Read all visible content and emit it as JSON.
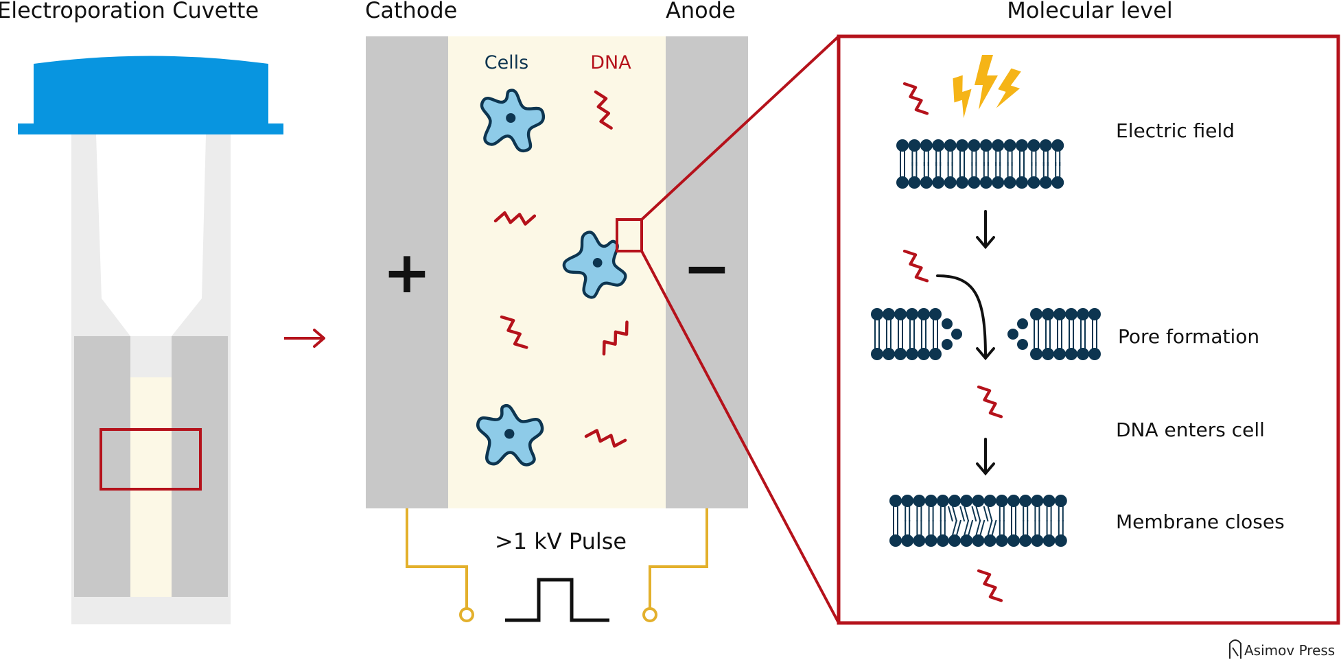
{
  "titles": {
    "cuvette": "Electroporation Cuvette",
    "cathode": "Cathode",
    "anode": "Anode",
    "molecular": "Molecular level"
  },
  "chamber": {
    "cells_label": "Cells",
    "dna_label": "DNA",
    "plus_sign": "+",
    "minus_sign": "−",
    "pulse_label": ">1 kV Pulse"
  },
  "steps": {
    "electric_field": "Electric field",
    "pore_formation": "Pore formation",
    "dna_enters": "DNA enters cell",
    "membrane_closes": "Membrane closes"
  },
  "credit": "Asimov Press",
  "colors": {
    "accent_red": "#b5121b",
    "cuvette_blue": "#0895e0",
    "electrode_gray": "#c8c8c8",
    "buffer_cream": "#fcf8e6",
    "cell_fill": "#8ecbe8",
    "cell_outline": "#0d3550",
    "lipid_navy": "#0d3550",
    "wire_gold": "#e3b02c",
    "bolt_gold": "#f5b417"
  }
}
